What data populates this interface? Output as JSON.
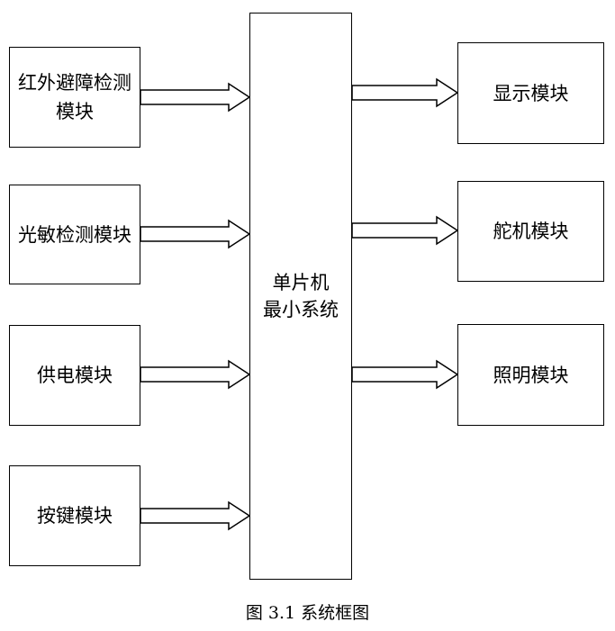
{
  "diagram": {
    "inputs": [
      {
        "label": "红外避障检测模块"
      },
      {
        "label": "光敏检测模块"
      },
      {
        "label": "供电模块"
      },
      {
        "label": "按键模块"
      }
    ],
    "center": {
      "line1": "单片机",
      "line2": "最小系统"
    },
    "outputs": [
      {
        "label": "显示模块"
      },
      {
        "label": "舵机模块"
      },
      {
        "label": "照明模块"
      }
    ],
    "caption": "图 3.1  系统框图"
  }
}
